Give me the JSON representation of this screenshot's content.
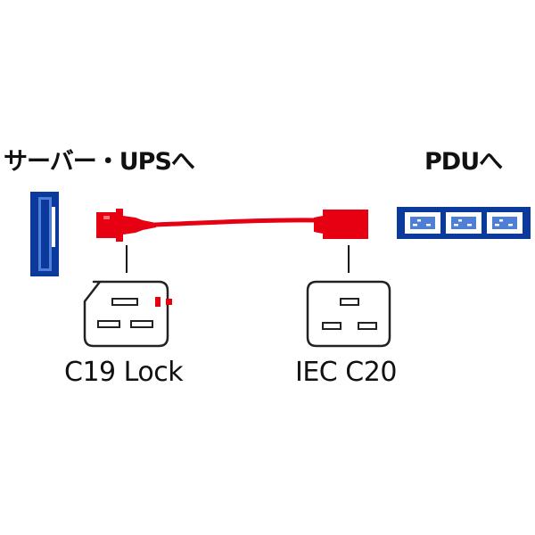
{
  "labels": {
    "server_ups": "サーバー・UPSへ",
    "pdu": "PDUへ",
    "c19_lock": "C19 Lock",
    "iec_c20": "IEC C20"
  },
  "colors": {
    "cable_red": "#e60012",
    "device_blue": "#0b3a9c",
    "outline": "#222222"
  }
}
